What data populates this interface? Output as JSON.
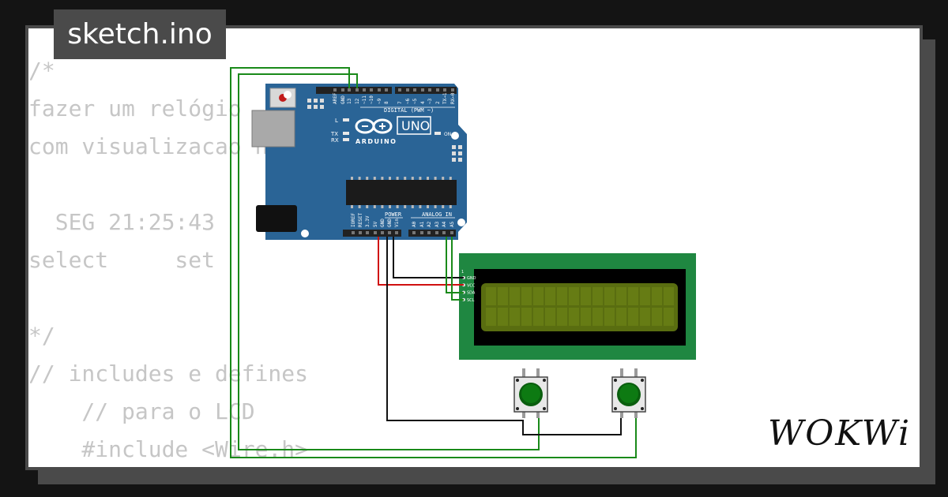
{
  "title": "sketch.ino",
  "code_lines": [
    "/*",
    "fazer um relógio",
    "com visualizacao no display LCD",
    "",
    "  SEG 21:25:43",
    "select     set",
    "",
    "*/",
    "// includes e defines",
    "    // para o LCD",
    "    #include <Wire.h>"
  ],
  "logo": "WOKWi",
  "arduino": {
    "brand": "ARDUINO",
    "model": "UNO",
    "digital_label": "DIGITAL (PWM ~)",
    "power_label": "POWER",
    "analog_label": "ANALOG IN",
    "on_label": "ON",
    "l_label": "L",
    "tx_label": "TX",
    "rx_label": "RX",
    "digital_pins": [
      "AREF",
      "GND",
      "13",
      "12",
      "~11",
      "~10",
      "~9",
      "8",
      "7",
      "~6",
      "~5",
      "4",
      "~3",
      "2",
      "TX→1",
      "RX←0"
    ],
    "power_pins": [
      "IOREF",
      "RESET",
      "3.3V",
      "5V",
      "GND",
      "GND",
      "Vin"
    ],
    "analog_pins": [
      "A0",
      "A1",
      "A2",
      "A3",
      "A4",
      "A5"
    ]
  },
  "lcd": {
    "pins": [
      "GND",
      "VCC",
      "SDA",
      "SCL"
    ],
    "pin_one": "1"
  },
  "colors": {
    "board": "#2a6496",
    "lcd_pcb": "#1f8741",
    "lcd_screen": "#596d10",
    "button": "#0d7a12",
    "wire_green": "#1a8a1a",
    "wire_red": "#d01010",
    "wire_black": "#111111",
    "code_text": "#c6c6c6"
  }
}
